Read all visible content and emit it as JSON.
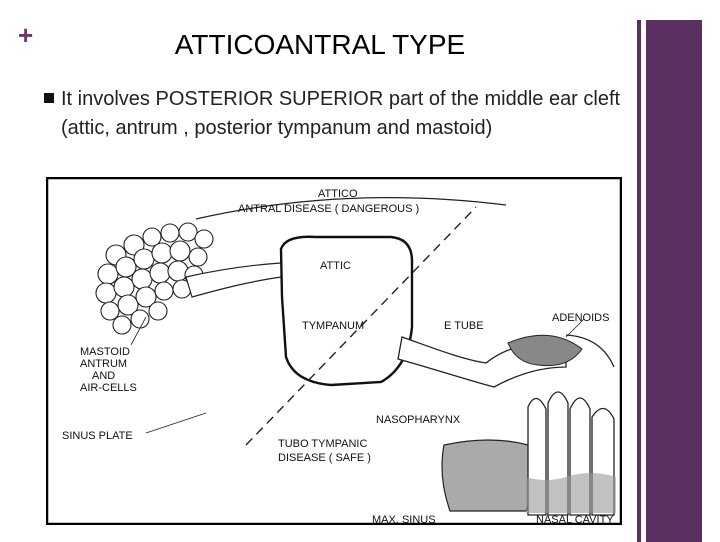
{
  "slide": {
    "title": "ATTICOANTRAL TYPE",
    "bullet": "It involves  POSTERIOR SUPERIOR part of the middle ear cleft (attic, antrum , posterior tympanum and mastoid)",
    "accent_color": "#5b2f61"
  },
  "icons": {
    "plus": "+"
  },
  "diagram": {
    "labels": {
      "attico_line1": "ATTICO",
      "attico_line2": "ANTRAL DISEASE ( DANGEROUS )",
      "attic": "ATTIC",
      "tympanum": "TYMPANUM",
      "e_tube": "E TUBE",
      "adenoids": "ADENOIDS",
      "mastoid_line1": "MASTOID",
      "mastoid_line2": "ANTRUM",
      "mastoid_line3": "AND",
      "mastoid_line4": "AIR-CELLS",
      "sinus_plate": "SINUS PLATE",
      "nasopharynx": "NASOPHARYNX",
      "tubo_line1": "TUBO TYMPANIC",
      "tubo_line2": "DISEASE ( SAFE )",
      "max_sinus": "MAX. SINUS",
      "nasal_cavity": "NASAL CAVITY"
    }
  }
}
